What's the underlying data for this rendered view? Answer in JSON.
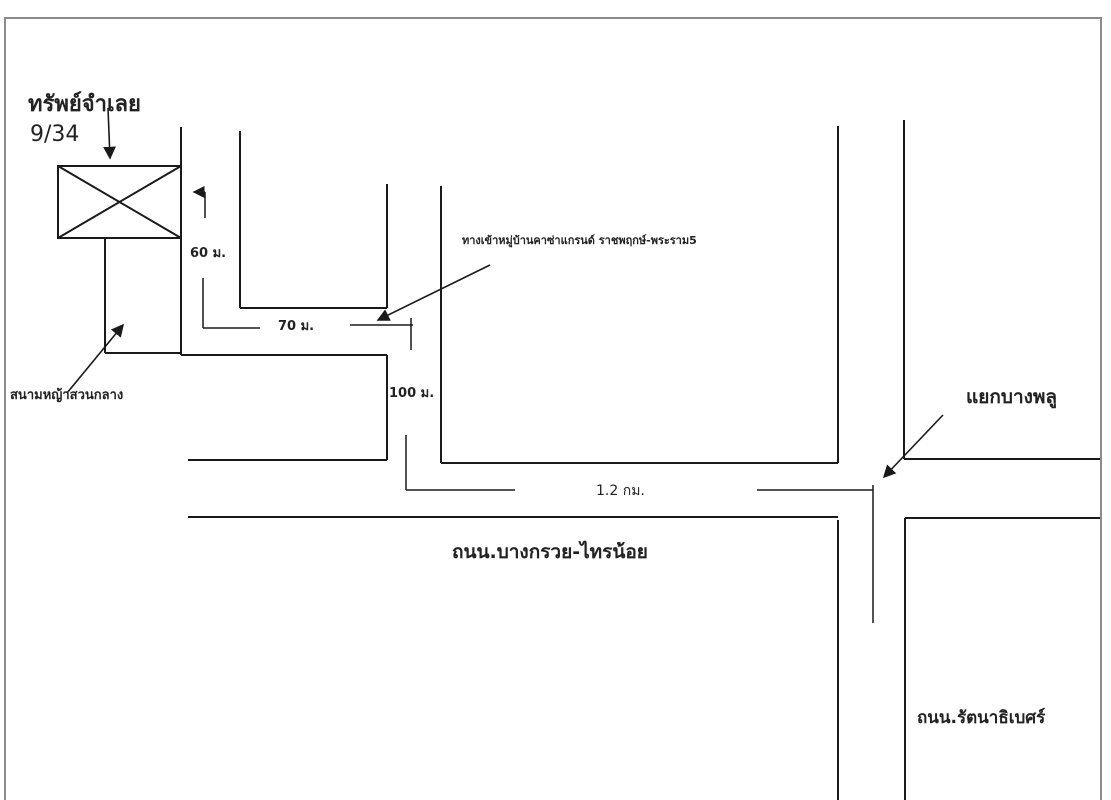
{
  "map": {
    "property_title": "ทรัพย์จำเลย",
    "property_number": "9/34",
    "lawn_label": "สนามหญ้าสวนกลาง",
    "entrance_label": "ทางเข้าหมู่บ้านคาซ่าแกรนด์ ราชพฤกษ์-พระราม5",
    "distance_60": "60 ม.",
    "distance_70": "70 ม.",
    "distance_100": "100 ม.",
    "distance_1_2km": "1.2 กม.",
    "road_bangkruai": "ถนน.บางกรวย-ไทรน้อย",
    "intersection_label": "แยกบางพลู",
    "road_rattanathibet": "ถนน.รัตนาธิเบศร์"
  },
  "colors": {
    "line": "#1a1a1a",
    "frame": "#8a8a8a"
  }
}
